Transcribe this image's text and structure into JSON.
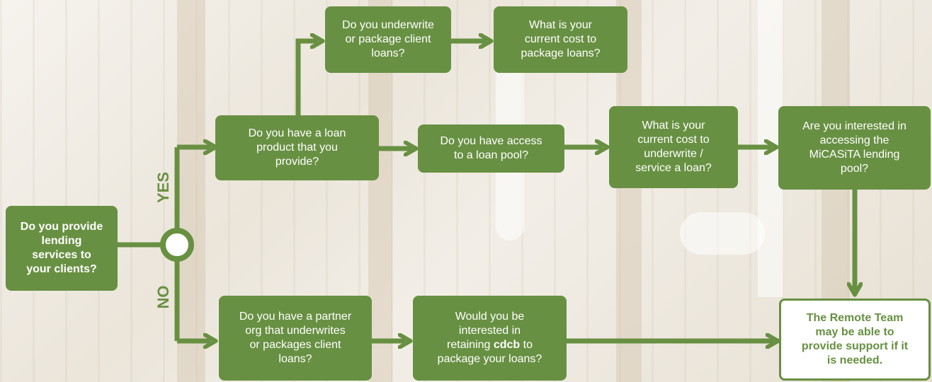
{
  "branch_labels": {
    "yes": "YES",
    "no": "NO"
  },
  "nodes": {
    "start": {
      "lines": [
        "Do you provide",
        "lending",
        "services to",
        "your clients?"
      ]
    },
    "loan_product": {
      "lines": [
        "Do you have a loan",
        "product that you",
        "provide?"
      ]
    },
    "underwrite": {
      "lines": [
        "Do you underwrite",
        "or package client",
        "loans?"
      ]
    },
    "cost_package": {
      "lines": [
        "What is your",
        "current cost to",
        "package loans?"
      ]
    },
    "loan_pool": {
      "lines": [
        "Do you have access",
        "to a loan pool?"
      ]
    },
    "cost_underwrite": {
      "lines": [
        "What is your",
        "current cost to",
        "underwrite /",
        "service a loan?"
      ]
    },
    "interested_pool": {
      "lines": [
        "Are you interested in",
        "accessing the",
        "MiCASiTA lending",
        "pool?"
      ]
    },
    "partner_org": {
      "lines": [
        "Do you have a partner",
        "org that underwrites",
        "or packages client",
        "loans?"
      ]
    },
    "retain_cdcb": {
      "line1": "Would you be",
      "line2": "interested in",
      "line3_prefix": "retaining ",
      "line3_bold": "cdcb",
      "line3_suffix": " to",
      "line4": "package your loans?"
    },
    "remote_team": {
      "lines": [
        "The Remote Team",
        "may be able to",
        "provide support if it",
        "is needed."
      ]
    }
  },
  "colors": {
    "green": "#689042",
    "white": "#ffffff"
  }
}
